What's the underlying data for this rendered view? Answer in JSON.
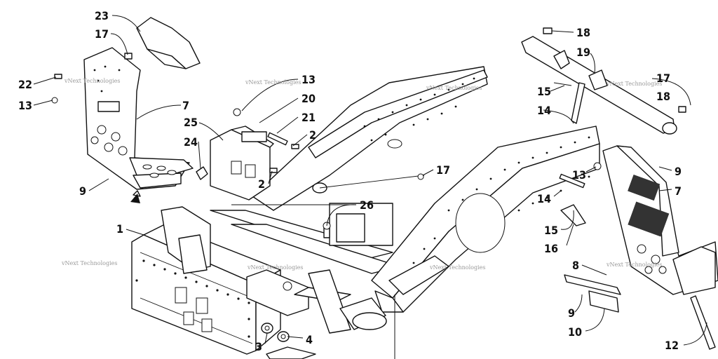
{
  "diagram": {
    "callouts": [
      {
        "id": "c23a",
        "text": "23"
      },
      {
        "id": "c17a",
        "text": "17"
      },
      {
        "id": "c22",
        "text": "22"
      },
      {
        "id": "c13a",
        "text": "13"
      },
      {
        "id": "c7a",
        "text": "7"
      },
      {
        "id": "c9a",
        "text": "9"
      },
      {
        "id": "c13b",
        "text": "13"
      },
      {
        "id": "c20",
        "text": "20"
      },
      {
        "id": "c21",
        "text": "21"
      },
      {
        "id": "c25",
        "text": "25"
      },
      {
        "id": "c2a",
        "text": "2"
      },
      {
        "id": "c24",
        "text": "24"
      },
      {
        "id": "c2b",
        "text": "2"
      },
      {
        "id": "c17b",
        "text": "17"
      },
      {
        "id": "c26",
        "text": "26"
      },
      {
        "id": "c1",
        "text": "1"
      },
      {
        "id": "c3",
        "text": "3"
      },
      {
        "id": "c4",
        "text": "4"
      },
      {
        "id": "c18a",
        "text": "18"
      },
      {
        "id": "c19",
        "text": "19"
      },
      {
        "id": "c17c",
        "text": "17"
      },
      {
        "id": "c15a",
        "text": "15"
      },
      {
        "id": "c18b",
        "text": "18"
      },
      {
        "id": "c14a",
        "text": "14"
      },
      {
        "id": "c13c",
        "text": "13"
      },
      {
        "id": "c9b",
        "text": "9"
      },
      {
        "id": "c7b",
        "text": "7"
      },
      {
        "id": "c14b",
        "text": "14"
      },
      {
        "id": "c15b",
        "text": "15"
      },
      {
        "id": "c16",
        "text": "16"
      },
      {
        "id": "c8",
        "text": "8"
      },
      {
        "id": "c9c",
        "text": "9"
      },
      {
        "id": "c10",
        "text": "10"
      },
      {
        "id": "c12",
        "text": "12"
      }
    ],
    "watermark": "vNext Technologies"
  }
}
